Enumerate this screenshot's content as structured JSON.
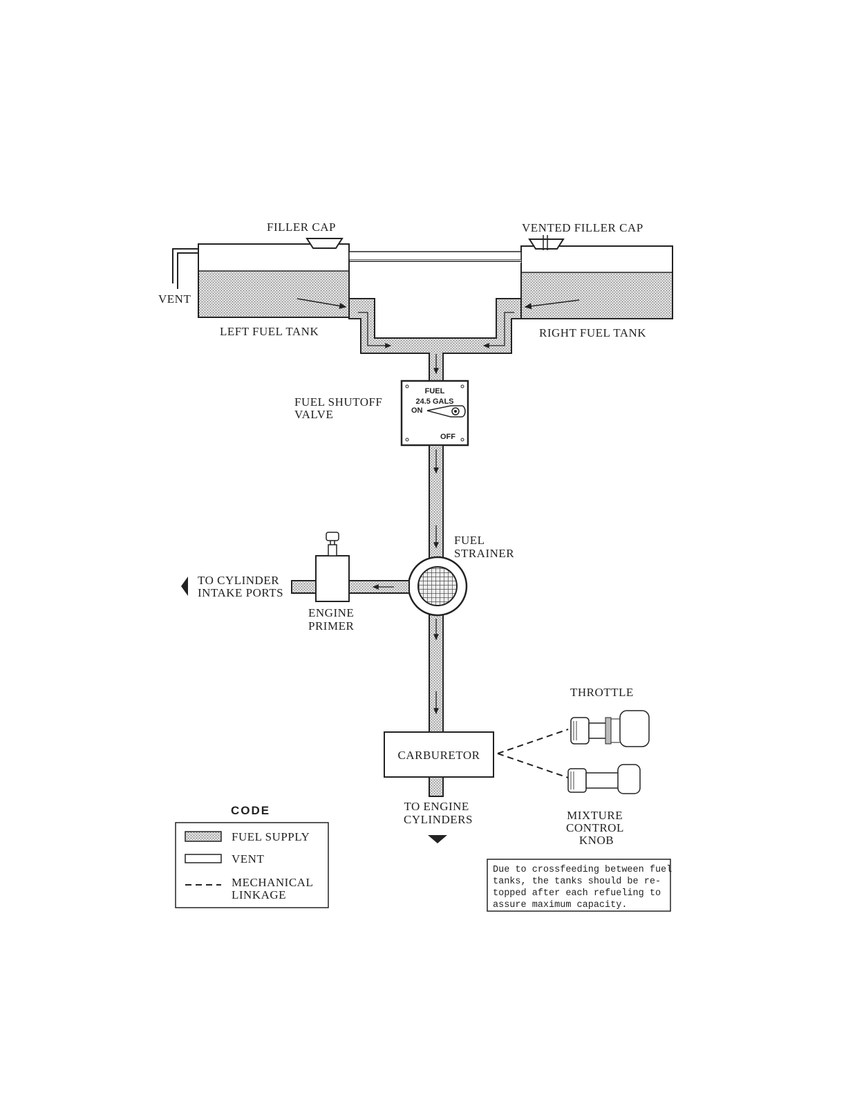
{
  "labels": {
    "filler_cap": "FILLER CAP",
    "vented_filler_cap": "VENTED FILLER CAP",
    "vent": "VENT",
    "left_fuel_tank": "LEFT FUEL TANK",
    "right_fuel_tank": "RIGHT FUEL TANK",
    "fuel_shutoff_valve": [
      "FUEL SHUTOFF",
      "VALVE"
    ],
    "fuel_strainer": [
      "FUEL",
      "STRAINER"
    ],
    "to_cylinder_intake_ports": [
      "TO CYLINDER",
      "INTAKE PORTS"
    ],
    "engine_primer": [
      "ENGINE",
      "PRIMER"
    ],
    "throttle": "THROTTLE",
    "carburetor": "CARBURETOR",
    "to_engine_cylinders": [
      "TO ENGINE",
      "CYLINDERS"
    ],
    "mixture_control_knob": [
      "MIXTURE",
      "CONTROL",
      "KNOB"
    ]
  },
  "valve_placard": {
    "title": "FUEL",
    "capacity": "24.5 GALS",
    "on": "ON",
    "off": "OFF"
  },
  "legend": {
    "title": "CODE",
    "items": [
      {
        "label": [
          "FUEL SUPPLY"
        ]
      },
      {
        "label": [
          "VENT"
        ]
      },
      {
        "label": [
          "MECHANICAL",
          "LINKAGE"
        ]
      }
    ]
  },
  "note": [
    "Due to crossfeeding between fuel",
    "tanks, the tanks should be re-",
    "topped after each refueling to",
    "assure maximum capacity."
  ],
  "colors": {
    "line": "#222222",
    "fuel_fill": "#c8c8c8"
  }
}
